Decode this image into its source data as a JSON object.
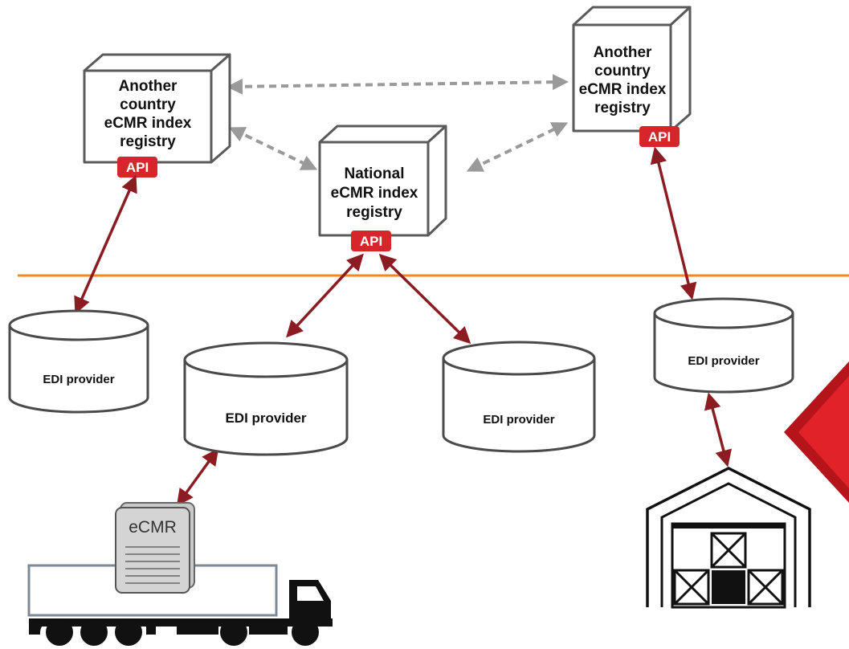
{
  "registries": {
    "left": {
      "line1": "Another",
      "line2": "country",
      "line3": "eCMR index",
      "line4": "registry",
      "api": "API"
    },
    "center": {
      "line1": "National",
      "line2": "eCMR index",
      "line3": "registry",
      "api": "API"
    },
    "right": {
      "line1": "Another",
      "line2": "country",
      "line3": "eCMR index",
      "line4": "registry",
      "api": "API"
    }
  },
  "providers": {
    "p1": "EDI provider",
    "p2": "EDI provider",
    "p3": "EDI provider",
    "p4": "EDI provider"
  },
  "document": {
    "label": "eCMR"
  },
  "colors": {
    "api_red": "#d7262b",
    "arrow_red": "#8b1c22",
    "divider_orange": "#f08a24",
    "dashed_grey": "#9a9a9a"
  },
  "icons": [
    "truck-icon",
    "warehouse-icon",
    "document-icon",
    "database-icon",
    "cube-icon"
  ]
}
